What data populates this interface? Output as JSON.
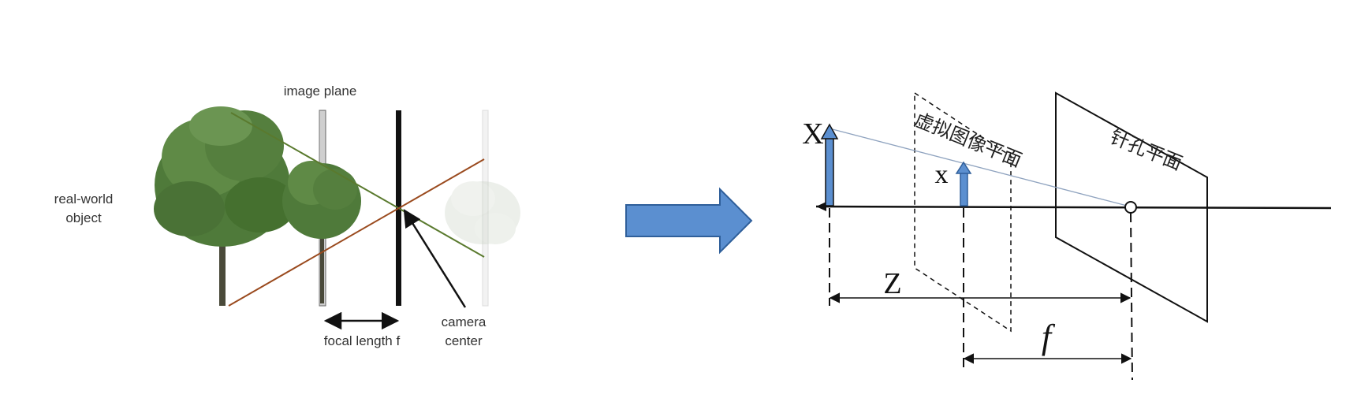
{
  "left_panel": {
    "label_image_plane": "image plane",
    "label_object_line1": "real-world",
    "label_object_line2": "object",
    "label_focal_length": "focal length f",
    "label_camera_line1": "camera",
    "label_camera_line2": "center"
  },
  "right_panel": {
    "label_X": "X",
    "label_x": "x",
    "label_virtual_plane": "虚拟图像平面",
    "label_pinhole_plane": "针孔平面",
    "label_Z": "Z",
    "label_f": "f"
  },
  "colors": {
    "arrow_blue": "#5b8fd0",
    "arrow_blue_stroke": "#2f5f9a",
    "ray_green": "#5a7a2e",
    "ray_brown": "#9a4a1e",
    "tree_green": "#4f7a3a"
  }
}
